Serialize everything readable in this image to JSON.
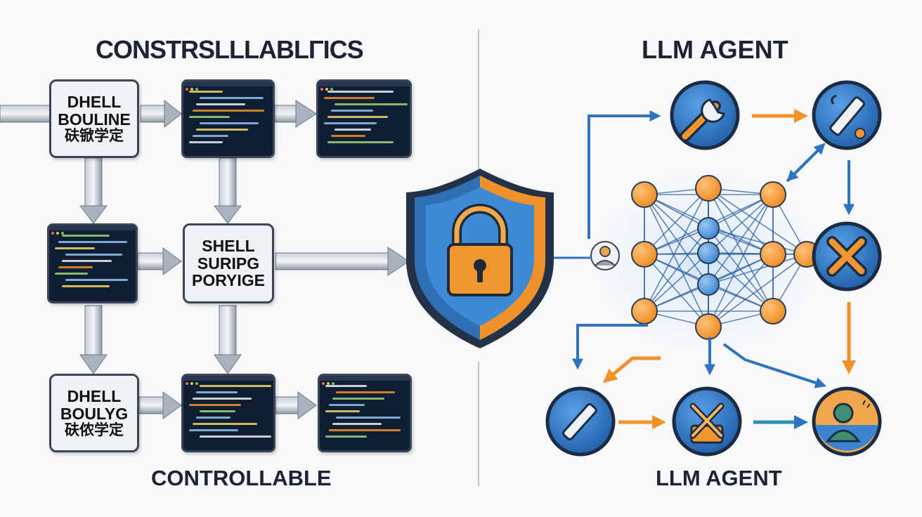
{
  "left_panel": {
    "title": "CONSTRSLLLABLΓICS",
    "footer": "CONTROLLABLE",
    "boxes": [
      {
        "lines": [
          "DHELL",
          "BOULINE",
          "砆锨学定"
        ]
      },
      {
        "lines": [
          "SHELL",
          "SURIPG",
          "PORYIGE"
        ]
      },
      {
        "lines": [
          "DHELL",
          "BOULYG",
          "砆侬学定"
        ]
      }
    ]
  },
  "right_panel": {
    "title": "LLM AGENT",
    "footer": "LLM AGENT"
  },
  "icons": {
    "center": "shield-lock-icon",
    "tools": [
      "wrench-icon",
      "pen-tool-icon",
      "cross-tool-icon",
      "flashlight-icon",
      "person-cross-icon",
      "user-icon",
      "user-profile-icon"
    ]
  },
  "colors": {
    "blue": "#2f6fb5",
    "orange": "#f0912a",
    "dark": "#1c2333",
    "pipe": "#9aa4b1",
    "terminal": "#0f1e33"
  }
}
